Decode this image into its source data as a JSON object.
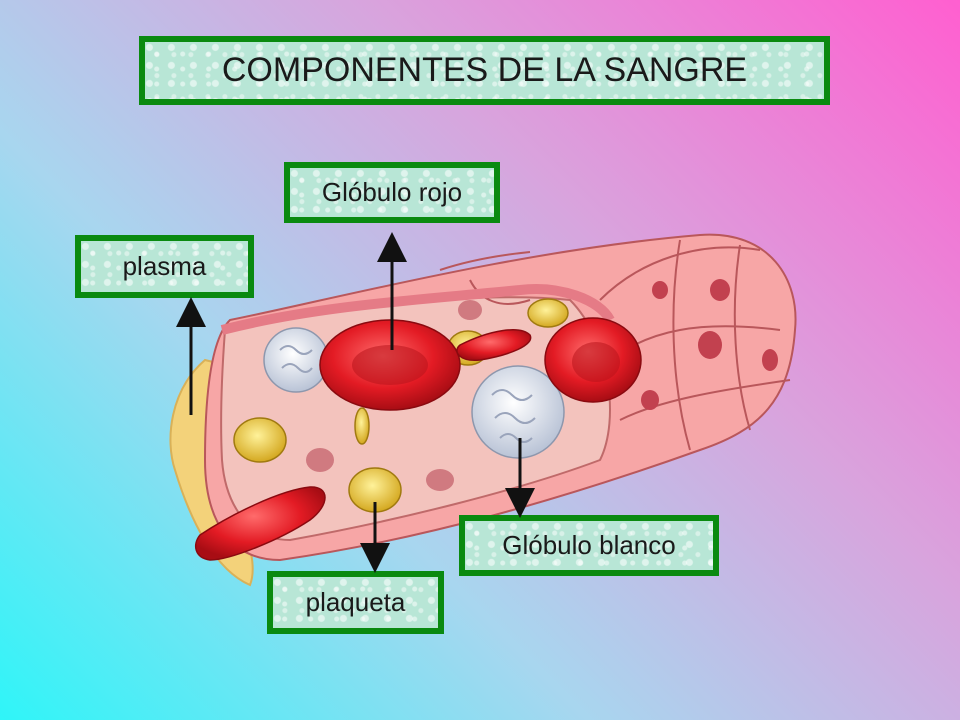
{
  "title": "COMPONENTES DE LA SANGRE",
  "labels": {
    "red_cell": "Glóbulo rojo",
    "plasma": "plasma",
    "white_cell": "Glóbulo blanco",
    "platelet": "plaqueta"
  },
  "colors": {
    "box_border": "#0a8a10",
    "box_fill": "#b8e6d6",
    "red_cell": "#e8232a",
    "vessel": "#f49a9a",
    "platelet": "#e8c640",
    "plasma": "#f3d27a"
  }
}
